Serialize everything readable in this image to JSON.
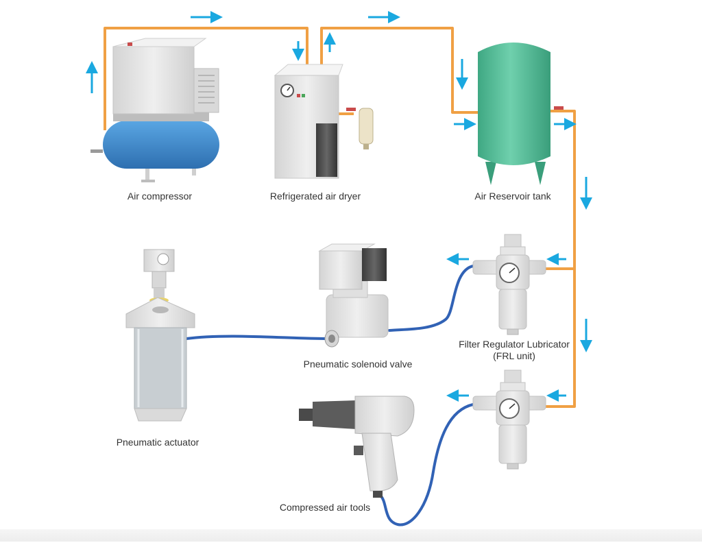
{
  "labels": {
    "air_compressor": "Air compressor",
    "air_dryer": "Refrigerated air dryer",
    "reservoir": "Air Reservoir tank",
    "frl_line1": "Filter Regulator Lubricator",
    "frl_line2": "(FRL unit)",
    "solenoid": "Pneumatic solenoid valve",
    "actuator": "Pneumatic actuator",
    "air_tools": "Compressed air tools"
  },
  "colors": {
    "pipe": "#f0a044",
    "hose": "#3162b5",
    "flow_arrow": "#1aa8e0",
    "compressor_tank": "#3a86c8",
    "reservoir_tank": "#5cc19b",
    "equipment_gray": "#e4e4e4"
  },
  "icons": {
    "flow": "arrow-icon",
    "gauge": "pressure-gauge-icon",
    "valve": "valve-handle-icon"
  }
}
